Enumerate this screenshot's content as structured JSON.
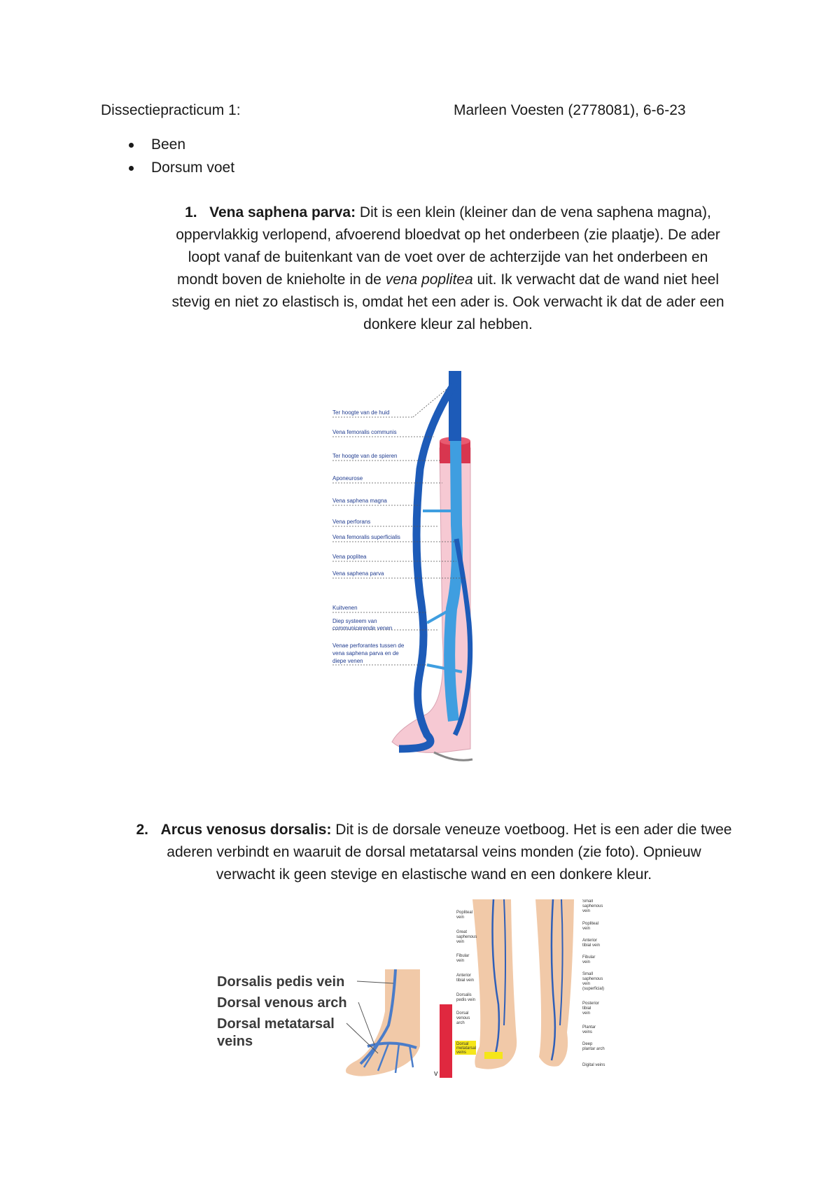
{
  "header": {
    "left": "Dissectiepracticum 1:",
    "right": "Marleen Voesten (2778081), 6-6-23"
  },
  "bullets": [
    "Been",
    "Dorsum voet"
  ],
  "section1": {
    "number": "1.",
    "title": "Vena saphena parva:",
    "line1": "Dit is een klein (kleiner dan de vena saphena magna),",
    "line2": "oppervlakkig verlopend, afvoerend bloedvat op het onderbeen (zie plaatje). De ader",
    "line3": "loopt vanaf de buitenkant van de voet over de achterzijde van het onderbeen en",
    "line4a": "mondt boven de knieholte in de ",
    "line4_italic": "vena poplitea",
    "line4b": " uit. Ik verwacht dat de wand niet heel",
    "line5": "stevig en niet zo elastisch is, omdat het een ader is. Ook verwacht ik dat de ader een",
    "line6": "donkere kleur zal hebben."
  },
  "figure1": {
    "labels": [
      "Ter hoogte van de huid",
      "Vena femoralis communis",
      "Ter hoogte van de spieren",
      "Aponeurose",
      "Vena saphena magna",
      "Vena perforans",
      "Vena femoralis superficialis",
      "Vena poplitea",
      "Vena saphena parva",
      "Kuitvenen",
      "Diep systeem van",
      "communicerende venen",
      "Venae perforantes tussen de",
      "vena saphena parva en de",
      "diepe venen"
    ],
    "colors": {
      "vein": "#1d5bb8",
      "skin": "#f6c9d3",
      "muscle": "#d8364f",
      "deep_vein": "#3f9ee0"
    }
  },
  "section2": {
    "number": "2.",
    "title": "Arcus venosus dorsalis:",
    "line1": "Dit is de dorsale veneuze voetboog. Het is een ader die twee",
    "line2": "aderen verbindt en waaruit de dorsal metatarsal veins monden (zie foto). Opnieuw",
    "line3": "verwacht ik geen stevige en elastische wand en een donkere kleur."
  },
  "figure2": {
    "labels": [
      "Dorsalis pedis vein",
      "Dorsal venous arch",
      "Dorsal metatarsal",
      "veins"
    ]
  },
  "figure3": {
    "left_labels": [
      "Popliteal",
      "vein",
      "Great",
      "saphenous",
      "vein",
      "Fibular",
      "vein",
      "Anterior",
      "tibial vein",
      "Dorsalis",
      "pedis vein",
      "Dorsal",
      "venous",
      "arch",
      "Dorsal",
      "metatarsal",
      "veins"
    ],
    "right_labels": [
      "Small",
      "saphenous",
      "vein",
      "Popliteal",
      "vein",
      "Anterior",
      "tibial vein",
      "Fibular",
      "vein",
      "Small",
      "saphenous",
      "vein",
      "(superficial)",
      "Posterior",
      "tibial",
      "vein",
      "Plantar",
      "veins",
      "Deep",
      "plantar arch",
      "Digital veins"
    ],
    "marker": "v",
    "colors": {
      "highlight": "#f5e61a",
      "bar": "#e0283f"
    }
  }
}
